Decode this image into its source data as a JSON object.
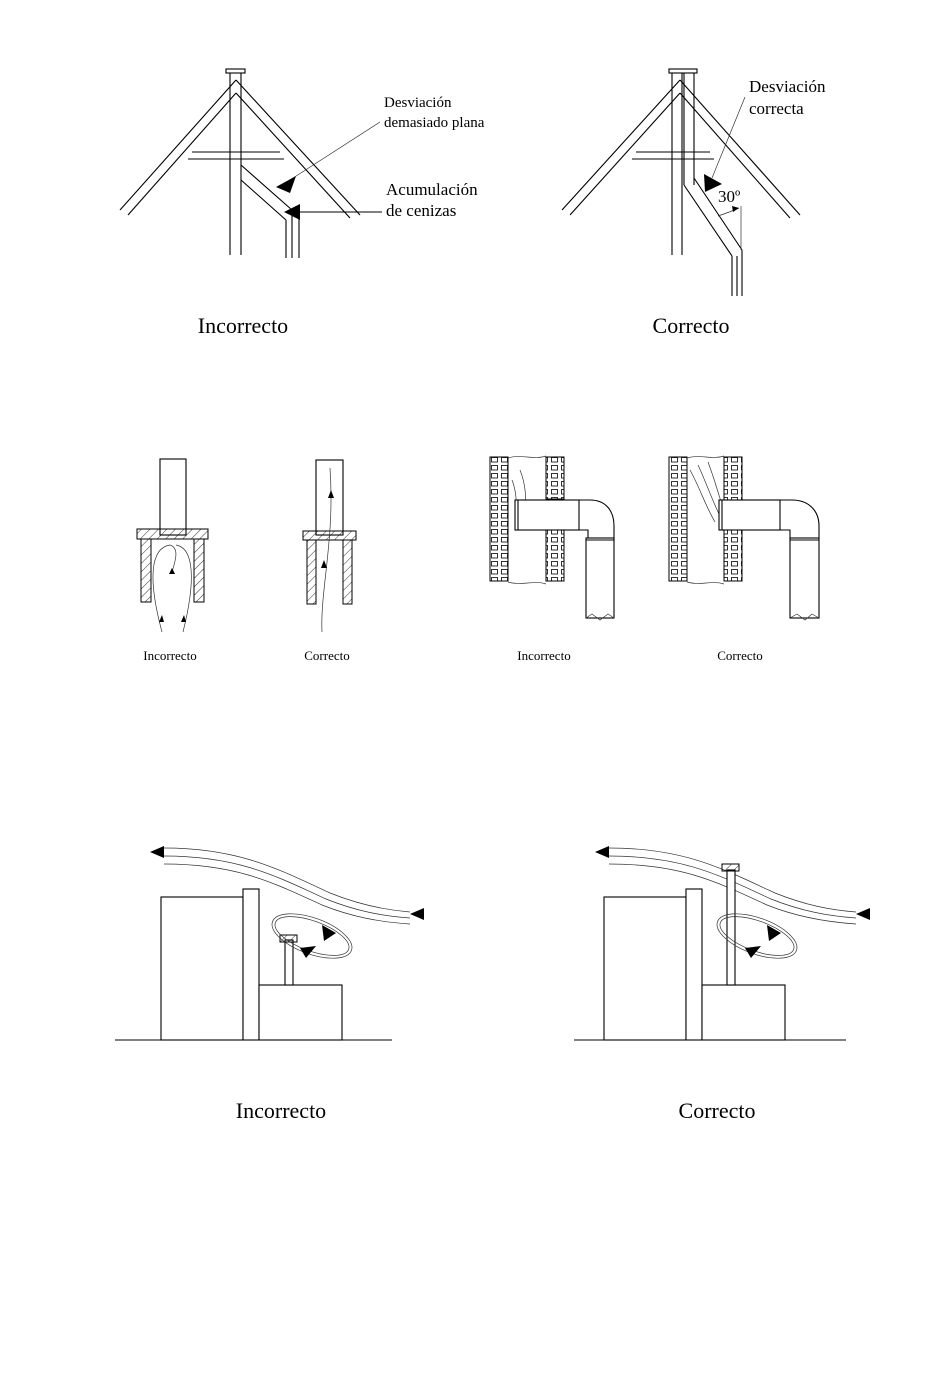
{
  "roof_section": {
    "incorrect": {
      "caption": "Incorrecto",
      "callout_offset_line1": "Desviación",
      "callout_offset_line2": "demasiado plana",
      "callout_ash_line1": "Acumulación",
      "callout_ash_line2": "de cenizas"
    },
    "correct": {
      "caption": "Correcto",
      "callout_offset_line1": "Desviación",
      "callout_offset_line2": "correcta",
      "angle_label": "30º"
    }
  },
  "draft_section": {
    "cap_incorrect": "Incorrecto",
    "cap_correct": "Correcto",
    "wall_incorrect": "Incorrecto",
    "wall_correct": "Correcto"
  },
  "wind_section": {
    "incorrect": {
      "caption": "Incorrecto"
    },
    "correct": {
      "caption": "Correcto"
    }
  }
}
